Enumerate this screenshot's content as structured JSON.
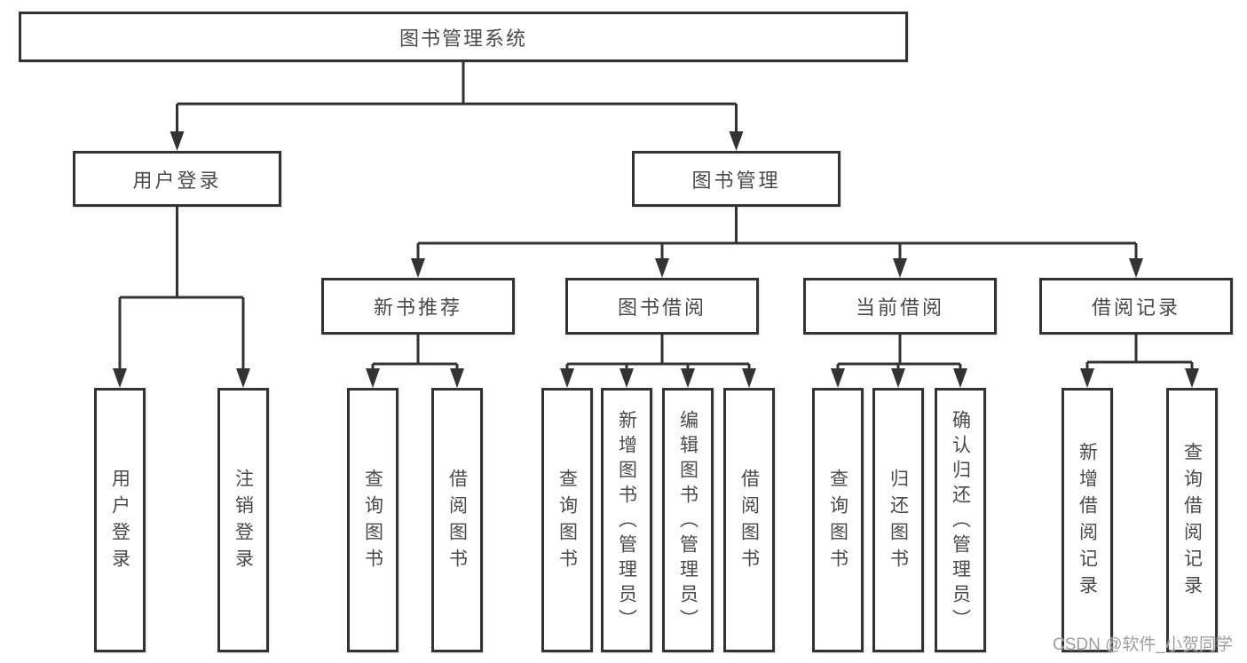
{
  "tree": {
    "label": "图书管理系统",
    "children": [
      {
        "label": "用户登录",
        "children": [
          {
            "label": "用户登录"
          },
          {
            "label": "注销登录"
          }
        ]
      },
      {
        "label": "图书管理",
        "children": [
          {
            "label": "新书推荐",
            "children": [
              {
                "label": "查询图书"
              },
              {
                "label": "借阅图书"
              }
            ]
          },
          {
            "label": "图书借阅",
            "children": [
              {
                "label": "查询图书"
              },
              {
                "label": "新增图书（管理员）"
              },
              {
                "label": "编辑图书（管理员）"
              },
              {
                "label": "借阅图书"
              }
            ]
          },
          {
            "label": "当前借阅",
            "children": [
              {
                "label": "查询图书"
              },
              {
                "label": "归还图书"
              },
              {
                "label": "确认归还（管理员）"
              }
            ]
          },
          {
            "label": "借阅记录",
            "children": [
              {
                "label": "新增借阅记录"
              },
              {
                "label": "查询借阅记录"
              }
            ]
          }
        ]
      }
    ]
  },
  "watermark": {
    "text": "CSDN @软件_小贺同学"
  },
  "colors": {
    "line": "#333333",
    "box_border": "#333333",
    "box_bg": "#ffffff",
    "text": "#4a4a4a",
    "watermark": "#9e9e9e"
  }
}
